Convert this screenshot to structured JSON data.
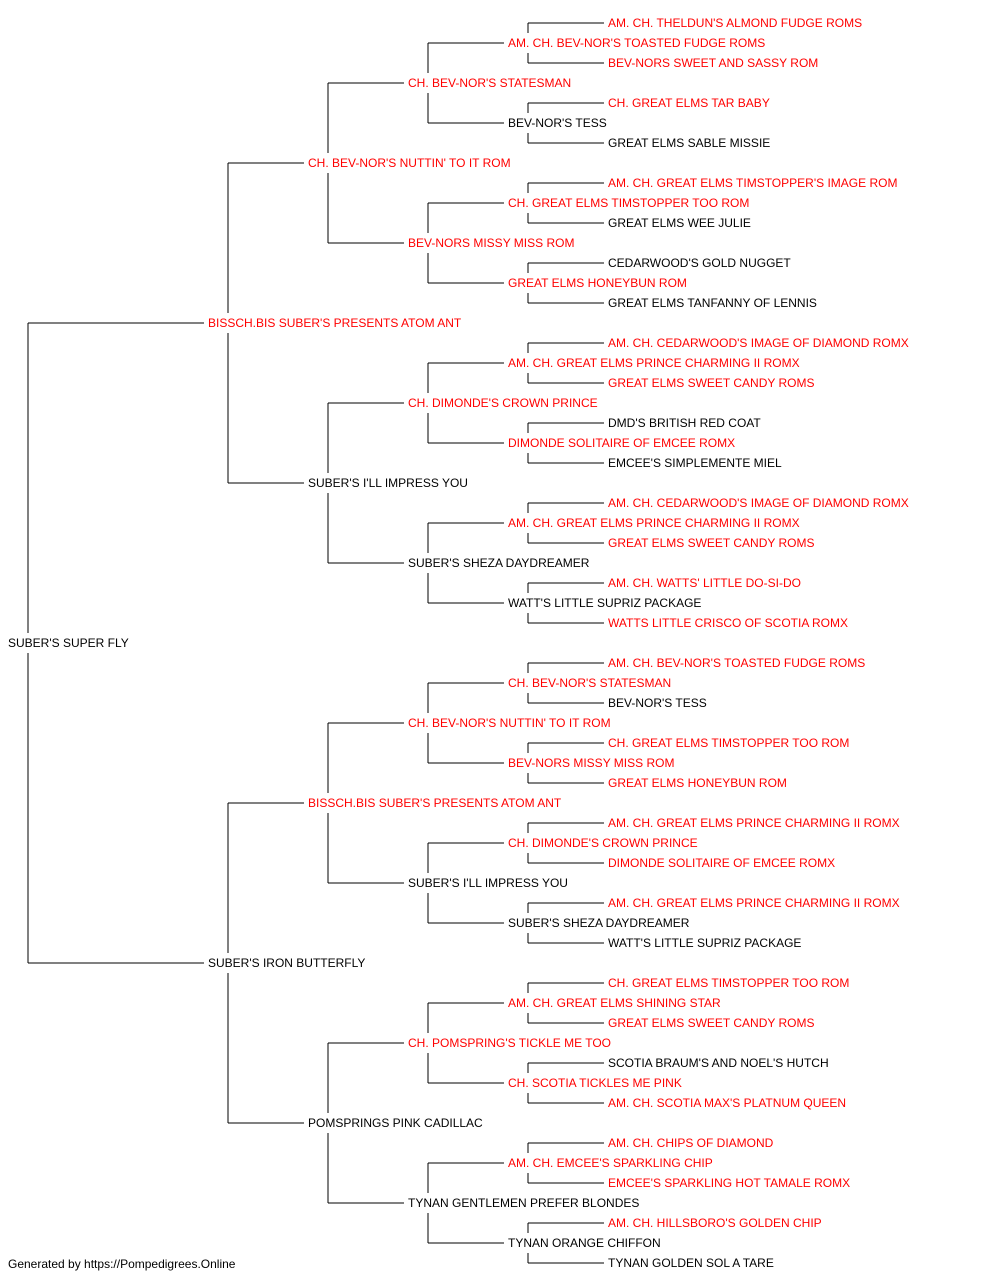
{
  "colors": {
    "champion": "#ff0000",
    "regular": "#000000",
    "line": "#000000"
  },
  "footer": "Generated by https://Pompedigrees.Online",
  "pedigree": {
    "name": "SUBER'S SUPER FLY",
    "champion": false,
    "sire": {
      "name": "BISSCH.BIS SUBER'S PRESENTS ATOM ANT",
      "champion": true,
      "sire": {
        "name": "CH. BEV-NOR'S NUTTIN' TO IT ROM",
        "champion": true,
        "sire": {
          "name": "CH. BEV-NOR'S STATESMAN",
          "champion": true,
          "sire": {
            "name": "AM. CH. BEV-NOR'S TOASTED FUDGE ROMS",
            "champion": true,
            "sire": {
              "name": "AM. CH. THELDUN'S ALMOND FUDGE ROMS",
              "champion": true
            },
            "dam": {
              "name": "BEV-NORS SWEET AND SASSY ROM",
              "champion": true
            }
          },
          "dam": {
            "name": "BEV-NOR'S TESS",
            "champion": false,
            "sire": {
              "name": "CH. GREAT ELMS TAR BABY",
              "champion": true
            },
            "dam": {
              "name": "GREAT ELMS SABLE MISSIE",
              "champion": false
            }
          }
        },
        "dam": {
          "name": "BEV-NORS MISSY MISS ROM",
          "champion": true,
          "sire": {
            "name": "CH. GREAT ELMS TIMSTOPPER TOO ROM",
            "champion": true,
            "sire": {
              "name": "AM. CH. GREAT ELMS TIMSTOPPER'S IMAGE ROM",
              "champion": true
            },
            "dam": {
              "name": "GREAT ELMS WEE JULIE",
              "champion": false
            }
          },
          "dam": {
            "name": "GREAT ELMS HONEYBUN ROM",
            "champion": true,
            "sire": {
              "name": "CEDARWOOD'S GOLD NUGGET",
              "champion": false
            },
            "dam": {
              "name": "GREAT ELMS TANFANNY OF LENNIS",
              "champion": false
            }
          }
        }
      },
      "dam": {
        "name": "SUBER'S I'LL IMPRESS YOU",
        "champion": false,
        "sire": {
          "name": "CH. DIMONDE'S CROWN PRINCE",
          "champion": true,
          "sire": {
            "name": "AM. CH. GREAT ELMS PRINCE CHARMING II ROMX",
            "champion": true,
            "sire": {
              "name": "AM. CH. CEDARWOOD'S IMAGE OF DIAMOND ROMX",
              "champion": true
            },
            "dam": {
              "name": "GREAT ELMS SWEET CANDY ROMS",
              "champion": true
            }
          },
          "dam": {
            "name": "DIMONDE SOLITAIRE OF EMCEE ROMX",
            "champion": true,
            "sire": {
              "name": "DMD'S BRITISH RED COAT",
              "champion": false
            },
            "dam": {
              "name": "EMCEE'S SIMPLEMENTE MIEL",
              "champion": false
            }
          }
        },
        "dam": {
          "name": "SUBER'S SHEZA DAYDREAMER",
          "champion": false,
          "sire": {
            "name": "AM. CH. GREAT ELMS PRINCE CHARMING II ROMX",
            "champion": true,
            "sire": {
              "name": "AM. CH. CEDARWOOD'S IMAGE OF DIAMOND ROMX",
              "champion": true
            },
            "dam": {
              "name": "GREAT ELMS SWEET CANDY ROMS",
              "champion": true
            }
          },
          "dam": {
            "name": "WATT'S LITTLE SUPRIZ PACKAGE",
            "champion": false,
            "sire": {
              "name": "AM. CH. WATTS' LITTLE DO-SI-DO",
              "champion": true
            },
            "dam": {
              "name": "WATTS LITTLE CRISCO OF SCOTIA ROMX",
              "champion": true
            }
          }
        }
      }
    },
    "dam": {
      "name": "SUBER'S IRON BUTTERFLY",
      "champion": false,
      "sire": {
        "name": "BISSCH.BIS SUBER'S PRESENTS ATOM ANT",
        "champion": true,
        "sire": {
          "name": "CH. BEV-NOR'S NUTTIN' TO IT ROM",
          "champion": true,
          "sire": {
            "name": "CH. BEV-NOR'S STATESMAN",
            "champion": true,
            "sire": {
              "name": "AM. CH. BEV-NOR'S TOASTED FUDGE ROMS",
              "champion": true
            },
            "dam": {
              "name": "BEV-NOR'S TESS",
              "champion": false
            }
          },
          "dam": {
            "name": "BEV-NORS MISSY MISS ROM",
            "champion": true,
            "sire": {
              "name": "CH. GREAT ELMS TIMSTOPPER TOO ROM",
              "champion": true
            },
            "dam": {
              "name": "GREAT ELMS HONEYBUN ROM",
              "champion": true
            }
          }
        },
        "dam": {
          "name": "SUBER'S I'LL IMPRESS YOU",
          "champion": false,
          "sire": {
            "name": "CH. DIMONDE'S CROWN PRINCE",
            "champion": true,
            "sire": {
              "name": "AM. CH. GREAT ELMS PRINCE CHARMING II ROMX",
              "champion": true
            },
            "dam": {
              "name": "DIMONDE SOLITAIRE OF EMCEE ROMX",
              "champion": true
            }
          },
          "dam": {
            "name": "SUBER'S SHEZA DAYDREAMER",
            "champion": false,
            "sire": {
              "name": "AM. CH. GREAT ELMS PRINCE CHARMING II ROMX",
              "champion": true
            },
            "dam": {
              "name": "WATT'S LITTLE SUPRIZ PACKAGE",
              "champion": false
            }
          }
        }
      },
      "dam": {
        "name": "POMSPRINGS PINK CADILLAC",
        "champion": false,
        "sire": {
          "name": "CH. POMSPRING'S TICKLE ME TOO",
          "champion": true,
          "sire": {
            "name": "AM. CH. GREAT ELMS SHINING STAR",
            "champion": true,
            "sire": {
              "name": "CH. GREAT ELMS TIMSTOPPER TOO ROM",
              "champion": true
            },
            "dam": {
              "name": "GREAT ELMS SWEET CANDY ROMS",
              "champion": true
            }
          },
          "dam": {
            "name": "CH. SCOTIA TICKLES ME PINK",
            "champion": true,
            "sire": {
              "name": "SCOTIA BRAUM'S AND NOEL'S HUTCH",
              "champion": false
            },
            "dam": {
              "name": "AM. CH. SCOTIA MAX'S PLATNUM QUEEN",
              "champion": true
            }
          }
        },
        "dam": {
          "name": "TYNAN GENTLEMEN PREFER BLONDES",
          "champion": false,
          "sire": {
            "name": "AM. CH. EMCEE'S SPARKLING CHIP",
            "champion": true,
            "sire": {
              "name": "AM. CH. CHIPS OF DIAMOND",
              "champion": true
            },
            "dam": {
              "name": "EMCEE'S SPARKLING HOT TAMALE ROMX",
              "champion": true
            }
          },
          "dam": {
            "name": "TYNAN ORANGE CHIFFON",
            "champion": false,
            "sire": {
              "name": "AM. CH. HILLSBORO'S GOLDEN CHIP",
              "champion": true
            },
            "dam": {
              "name": "TYNAN GOLDEN SOL A TARE",
              "champion": false
            }
          }
        }
      }
    }
  }
}
